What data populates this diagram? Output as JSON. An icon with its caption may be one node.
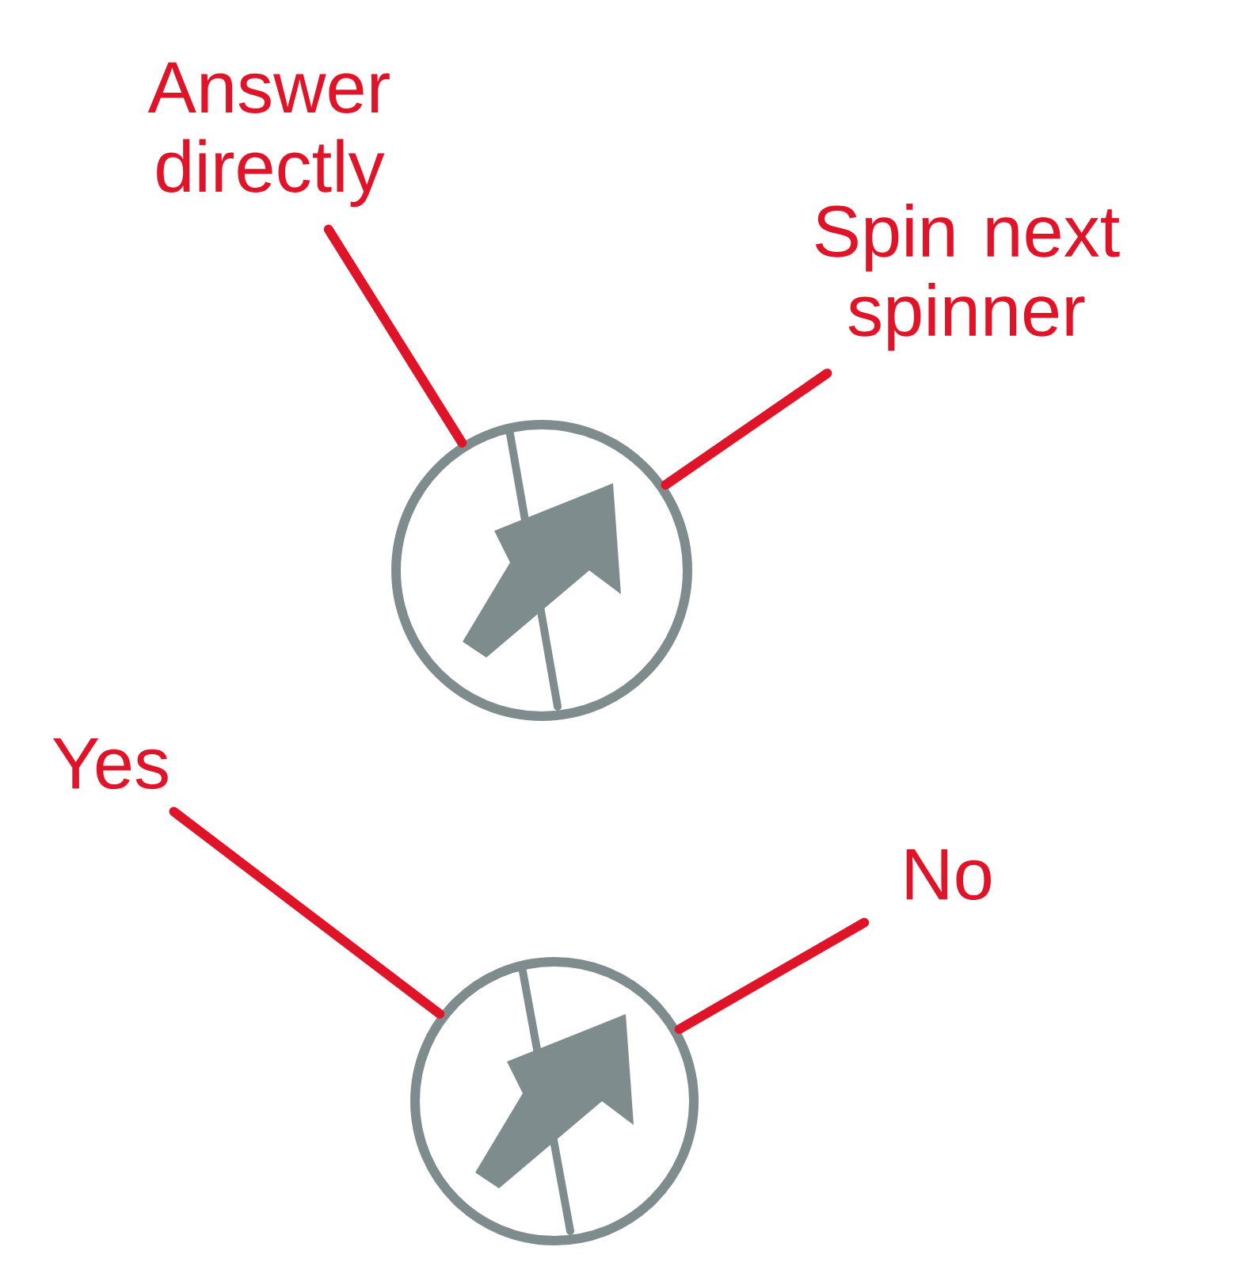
{
  "diagram": {
    "nodes": [
      {
        "text": [
          "Answer directly"
        ]
      },
      {
        "text": [
          "Spin next spinner"
        ]
      },
      {
        "text": [],
        "shape": "circle"
      },
      {
        "text": [
          "Yes"
        ]
      },
      {
        "text": [
          "No"
        ]
      },
      {
        "text": [],
        "shape": "circle"
      }
    ],
    "edges": [
      {
        "from": 0,
        "to": 2,
        "arrow": "none"
      },
      {
        "from": 1,
        "to": 2,
        "arrow": "none"
      },
      {
        "from": 3,
        "to": 5,
        "arrow": "none"
      },
      {
        "from": 4,
        "to": 5,
        "arrow": "none"
      }
    ]
  }
}
